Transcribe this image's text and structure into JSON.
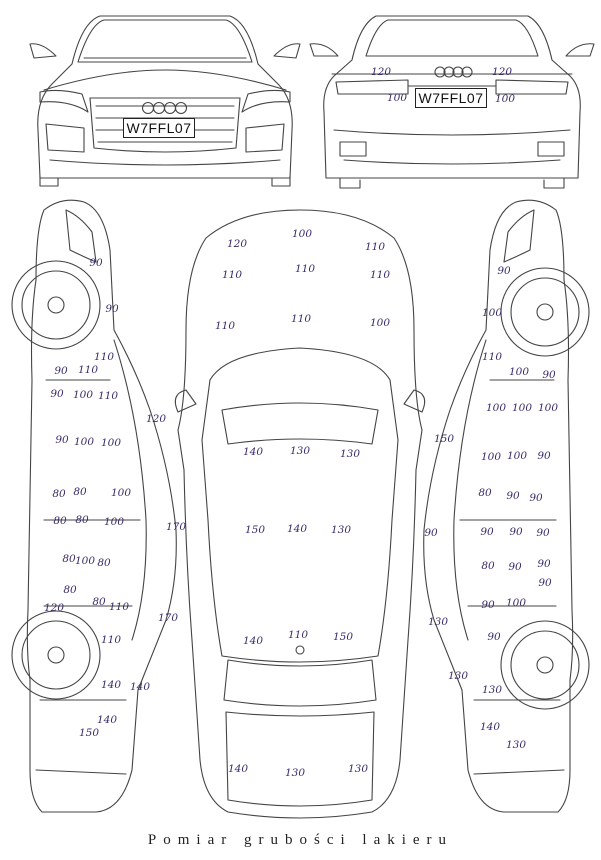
{
  "caption": "Pomiar grubości lakieru",
  "plates": {
    "front": "W7FFL07",
    "rear": "W7FFL07"
  },
  "measurements": {
    "rear_view": [
      "120",
      "120",
      "100",
      "100"
    ],
    "hood": [
      "120",
      "100",
      "110",
      "110",
      "110",
      "110",
      "100",
      "110",
      "110",
      "100"
    ],
    "roof": [
      "140",
      "130",
      "130",
      "150",
      "140",
      "130"
    ],
    "trunk": [
      "140",
      "110",
      "150",
      "140",
      "130",
      "130"
    ],
    "left_side": [
      "90",
      "90",
      "110",
      "90",
      "110",
      "90",
      "100",
      "110",
      "120",
      "90",
      "100",
      "100",
      "80",
      "80",
      "100",
      "80",
      "80",
      "100",
      "170",
      "80",
      "100",
      "80",
      "80",
      "120",
      "80",
      "110",
      "170",
      "110",
      "140",
      "140",
      "140",
      "150"
    ],
    "right_side": [
      "90",
      "100",
      "110",
      "100",
      "90",
      "100",
      "100",
      "100",
      "150",
      "100",
      "100",
      "90",
      "80",
      "90",
      "90",
      "90",
      "90",
      "90",
      "90",
      "80",
      "90",
      "90",
      "90",
      "90",
      "130",
      "100",
      "90",
      "130",
      "130",
      "140",
      "130"
    ]
  }
}
